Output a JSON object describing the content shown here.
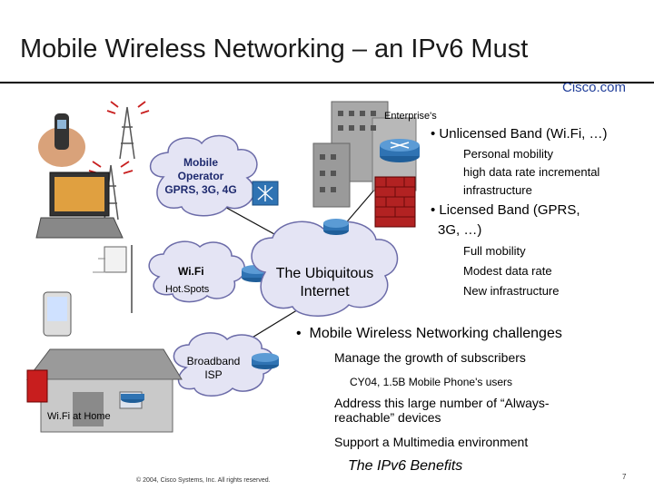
{
  "slide": {
    "title": "Mobile Wireless Networking – an IPv6 Must",
    "logo": "Cisco.com",
    "page_number": "7",
    "copyright": "© 2004, Cisco Systems, Inc. All rights reserved."
  },
  "diagram": {
    "enterprise_label": "Enterprise's",
    "mobile_operator": [
      "Mobile",
      "Operator",
      "GPRS, 3G, 4G"
    ],
    "wifi": "Wi.Fi",
    "hotspots": "Hot.Spots",
    "internet": [
      "The Ubiquitous",
      "Internet"
    ],
    "broadband": [
      "Broadband",
      "ISP"
    ],
    "wifi_home": "Wi.Fi at Home"
  },
  "bullets": {
    "unlicensed": "Unlicensed Band (Wi.Fi, …)",
    "unlicensed_sub": [
      "Personal mobility",
      "high data rate incremental",
      "infrastructure"
    ],
    "licensed": [
      "Licensed Band (GPRS,",
      "3G, …)"
    ],
    "licensed_sub": [
      "Full mobility",
      "Modest data rate",
      "New infrastructure"
    ],
    "challenges": "Mobile Wireless Networking challenges",
    "growth": "Manage the growth of subscribers",
    "cy04": "CY04, 1.5B Mobile Phone's users",
    "address": [
      "Address this large number of “Always-",
      "reachable” devices"
    ],
    "multimedia": "Support a Multimedia environment",
    "benefits": "The IPv6 Benefits"
  },
  "colors": {
    "cloud_fill": "#e4e4f4",
    "cloud_edge": "#6b6ba8",
    "router": "#2f73b3",
    "firewall": "#b22222",
    "accent_blue": "#1f3d99"
  }
}
